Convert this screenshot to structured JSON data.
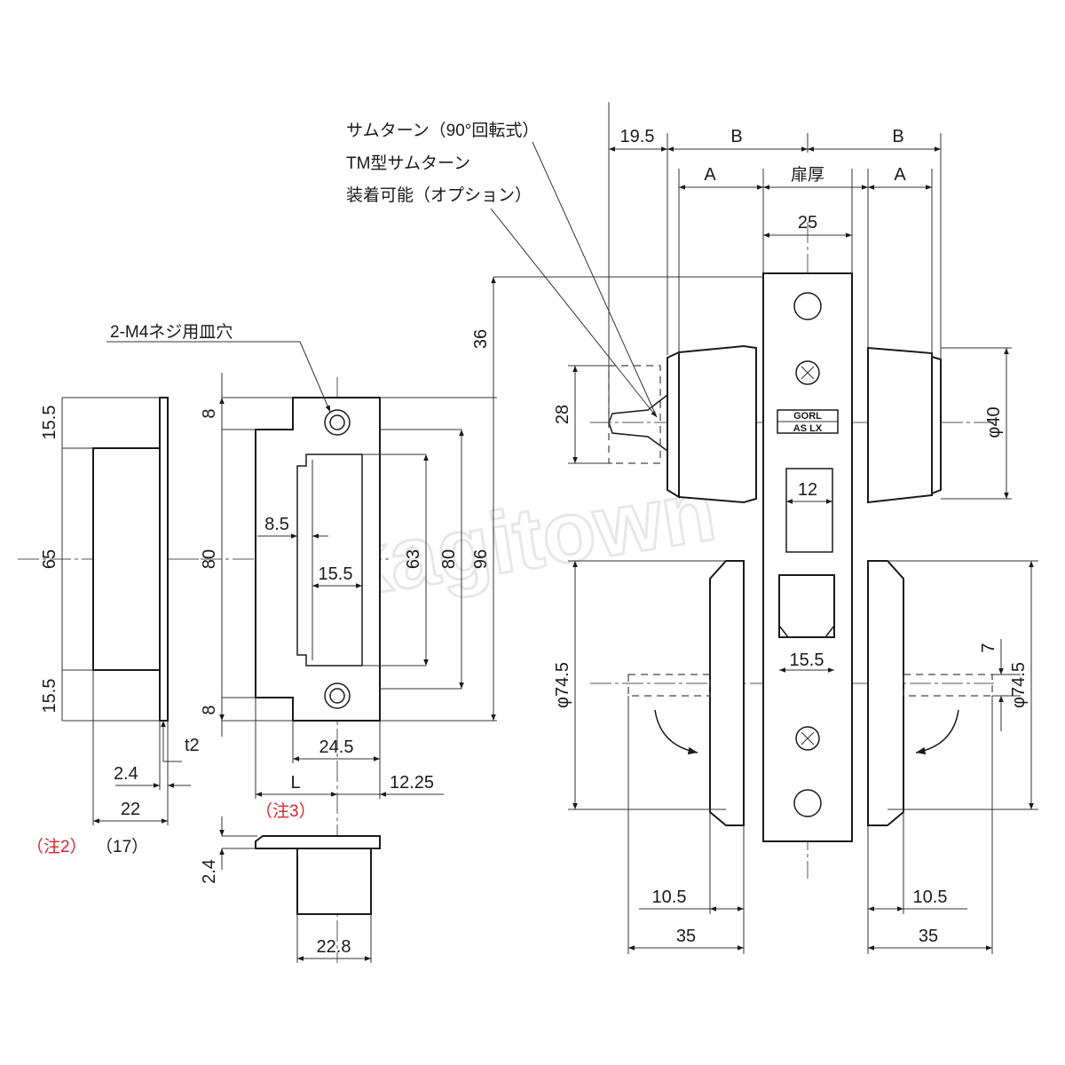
{
  "labels": {
    "thumbturn_note": "サムターン（90°回転式）",
    "tm_note_line1": "TM型サムターン",
    "tm_note_line2": "装着可能（オプション）",
    "screw_note": "2-M4ネジ用皿穴",
    "door_thickness": "扉厚",
    "note2": "（注2）",
    "note2_value": "（17）",
    "note3": "（注3）",
    "logo_top": "GORL",
    "logo_bottom": "AS LX",
    "watermark": "kagitown"
  },
  "dims": {
    "d_19_5": "19.5",
    "d_B_left": "B",
    "d_B_right": "B",
    "d_A_left": "A",
    "d_A_right": "A",
    "d_25": "25",
    "d_36": "36",
    "d_28": "28",
    "d_phi40": "φ40",
    "d_12": "12",
    "d_15_5_face": "15.5",
    "d_phi74_5_left": "φ74.5",
    "d_phi74_5_right": "φ74.5",
    "d_7": "7",
    "d_10_5_left": "10.5",
    "d_10_5_right": "10.5",
    "d_35_left": "35",
    "d_35_right": "35",
    "d_15_5_top": "15.5",
    "d_65": "65",
    "d_15_5_bottom": "15.5",
    "d_t2": "t2",
    "d_2_4_side": "2.4",
    "d_22": "22",
    "d_8_top": "8",
    "d_80_left": "80",
    "d_8_bottom": "8",
    "d_8_5": "8.5",
    "d_15_5_strike": "15.5",
    "d_63": "63",
    "d_80_right": "80",
    "d_96": "96",
    "d_24_5": "24.5",
    "d_L": "L",
    "d_12_25": "12.25",
    "d_2_4_box": "2.4",
    "d_22_8": "22.8"
  },
  "colors": {
    "line": "#1a1a1a",
    "note_red": "#d8242a",
    "background": "#ffffff"
  }
}
